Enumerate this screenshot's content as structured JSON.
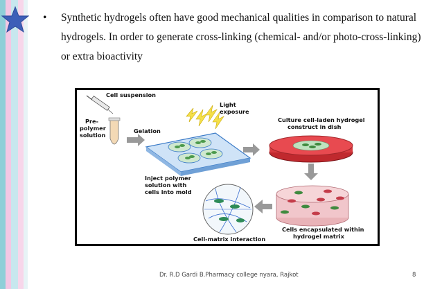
{
  "slide": {
    "bullet_marker": "•",
    "bullet_text": "Synthetic hydrogels often have good mechanical qualities in comparison to natural hydrogels. In order to generate cross-linking (chemical- and/or photo-cross-linking) or extra bioactivity",
    "star_color": "#3d5fb8",
    "stripe_colors": [
      "#8ecfd8",
      "#f3c7e4",
      "#c7e7ee",
      "#f7d6ea"
    ]
  },
  "figure": {
    "labels": {
      "cell_suspension": "Cell suspension",
      "pre": "Pre-",
      "polymer": "polymer",
      "solution": "solution",
      "gelation": "Gelation",
      "light": "Light",
      "exposure": "exposure",
      "culture_1": "Culture cell-laden hydrogel",
      "culture_2": "construct in dish",
      "inject_1": "Inject polymer",
      "inject_2": "solution with",
      "inject_3": "cells into mold",
      "encap_1": "Cells encapsulated within",
      "encap_2": "hydrogel matrix",
      "cell_matrix": "Cell-matrix interaction"
    }
  },
  "footer": {
    "credit": "Dr. R.D Gardi B.Pharmacy college nyara, Rajkot",
    "page_number": "8"
  }
}
